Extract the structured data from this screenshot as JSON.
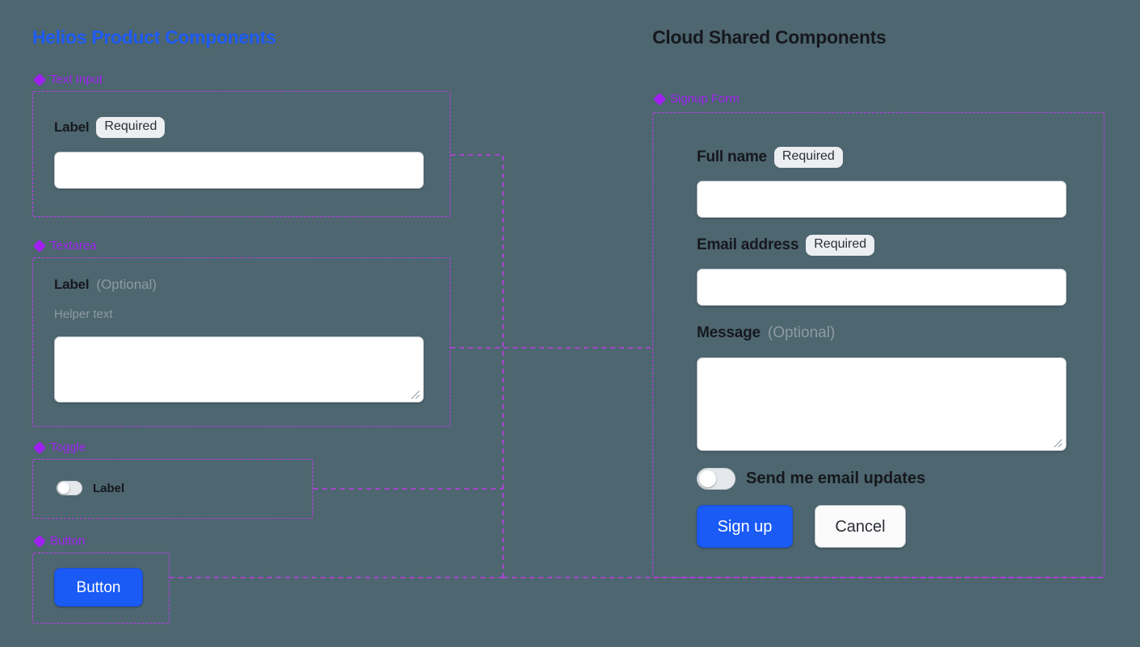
{
  "canvas": {
    "background_color": "#4d6670",
    "accent_blue": "#1a5af5",
    "accent_purple": "#a020f0",
    "frame_dash_color": "#c03ce8",
    "connector_color": "#c03ce8"
  },
  "left_panel": {
    "title": "Helios Product Components",
    "sections": [
      {
        "icon": "component-diamond-icon",
        "name": "Text Input",
        "field": {
          "label": "Label",
          "badge": "Required",
          "input_value": "",
          "input_placeholder": ""
        }
      },
      {
        "icon": "component-diamond-icon",
        "name": "Textarea",
        "field": {
          "label": "Label",
          "optional": "(Optional)",
          "helper": "Helper text",
          "input_value": "",
          "input_placeholder": ""
        }
      },
      {
        "icon": "component-diamond-icon",
        "name": "Toggle",
        "field": {
          "label": "Label",
          "state": "off"
        }
      },
      {
        "icon": "component-diamond-icon",
        "name": "Button",
        "field": {
          "label": "Button"
        }
      }
    ]
  },
  "right_panel": {
    "title": "Cloud Shared Components",
    "section": {
      "icon": "component-diamond-icon",
      "name": "Signup Form"
    },
    "form": {
      "full_name": {
        "label": "Full name",
        "badge": "Required",
        "value": "",
        "placeholder": ""
      },
      "email": {
        "label": "Email address",
        "badge": "Required",
        "value": "",
        "placeholder": ""
      },
      "message": {
        "label": "Message",
        "optional": "(Optional)",
        "value": "",
        "placeholder": ""
      },
      "updates_toggle": {
        "label": "Send me email updates",
        "state": "off"
      },
      "actions": {
        "primary": "Sign up",
        "secondary": "Cancel"
      }
    }
  }
}
